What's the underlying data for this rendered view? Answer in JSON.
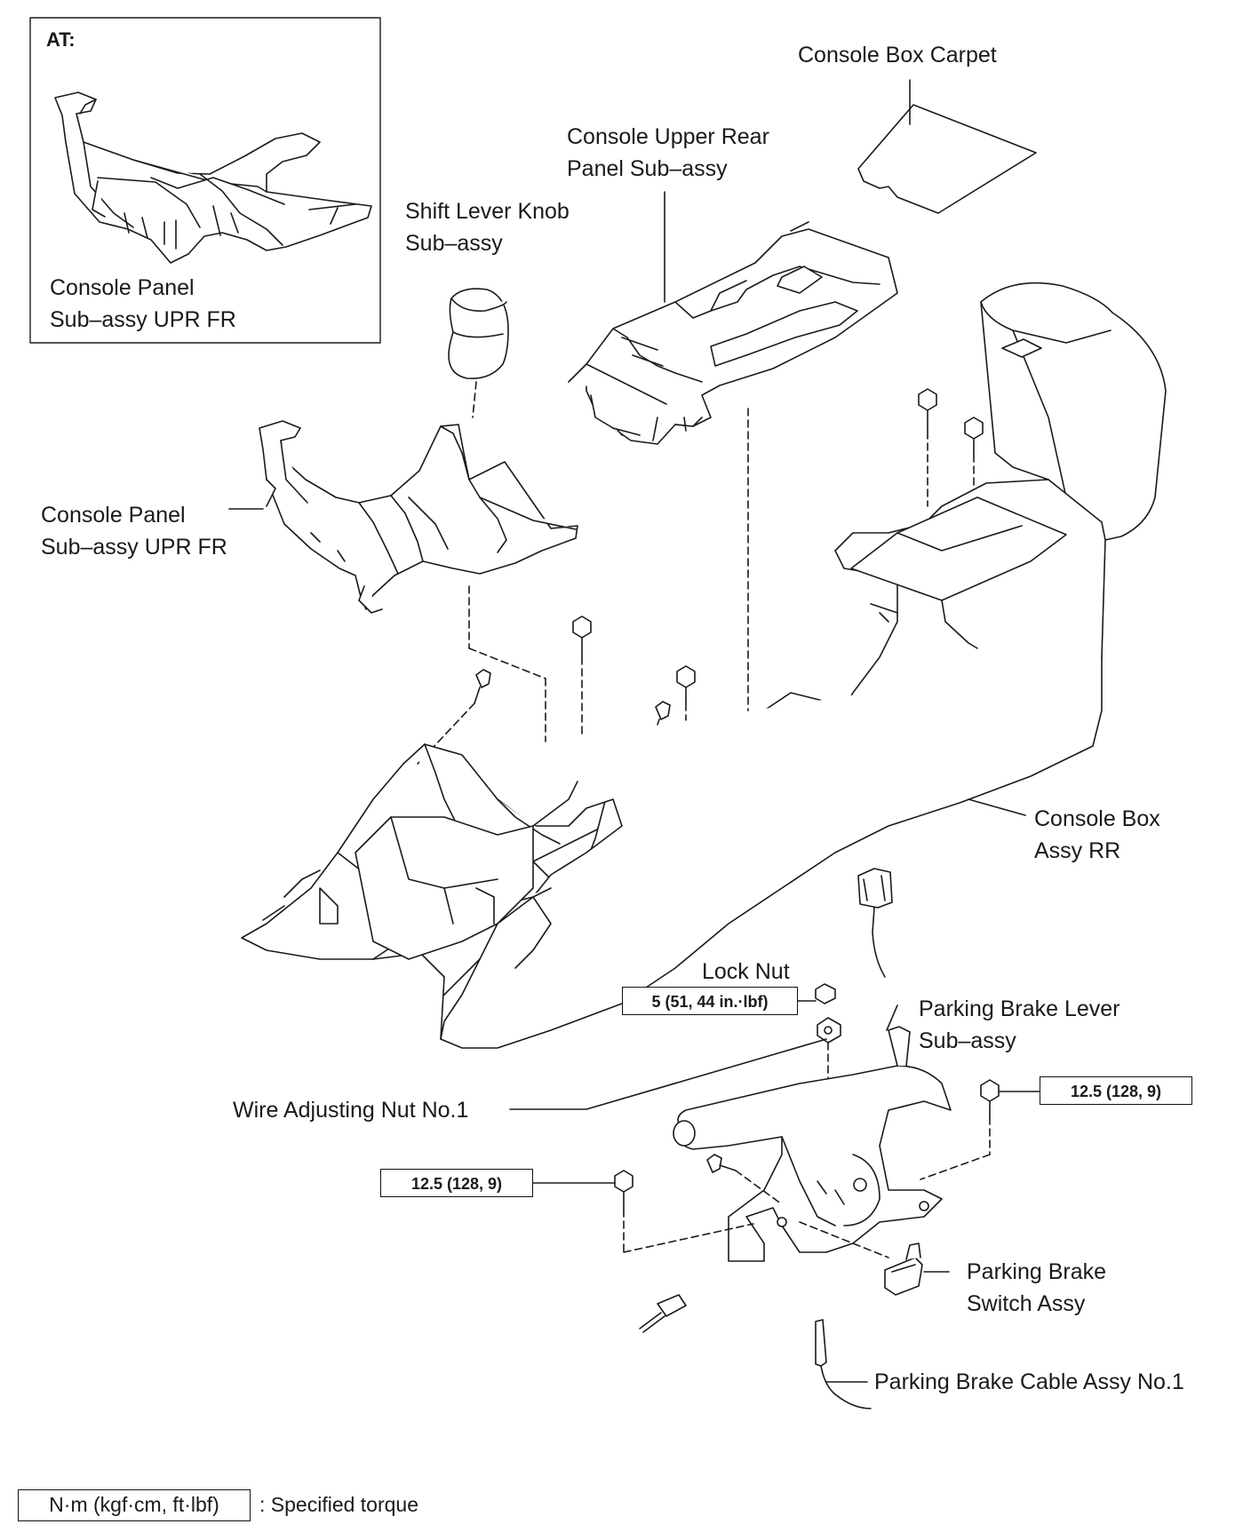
{
  "inset": {
    "title": "AT:"
  },
  "labels": {
    "console_box_carpet": [
      "Console Box Carpet"
    ],
    "console_upper_rear_panel": [
      "Console Upper Rear",
      "Panel Sub–assy"
    ],
    "shift_lever_knob": [
      "Shift Lever Knob",
      "Sub–assy"
    ],
    "console_panel_inset": [
      "Console Panel",
      "Sub–assy UPR FR"
    ],
    "console_panel_main": [
      "Console Panel",
      "Sub–assy UPR FR"
    ],
    "console_box_assy_rr": [
      "Console Box",
      "Assy RR"
    ],
    "lock_nut": [
      "Lock Nut"
    ],
    "parking_brake_lever": [
      "Parking Brake Lever",
      "Sub–assy"
    ],
    "wire_adjusting_nut": [
      "Wire Adjusting Nut No.1"
    ],
    "parking_brake_switch": [
      "Parking Brake",
      "Switch Assy"
    ],
    "parking_brake_cable": [
      "Parking Brake Cable Assy No.1"
    ]
  },
  "torques": {
    "lock_nut": "5 (51, 44 in.·lbf)",
    "bolt_right": "12.5 (128, 9)",
    "bolt_left": "12.5 (128, 9)"
  },
  "legend": {
    "unit": "N·m (kgf·cm, ft·lbf)",
    "text": ": Specified torque"
  }
}
